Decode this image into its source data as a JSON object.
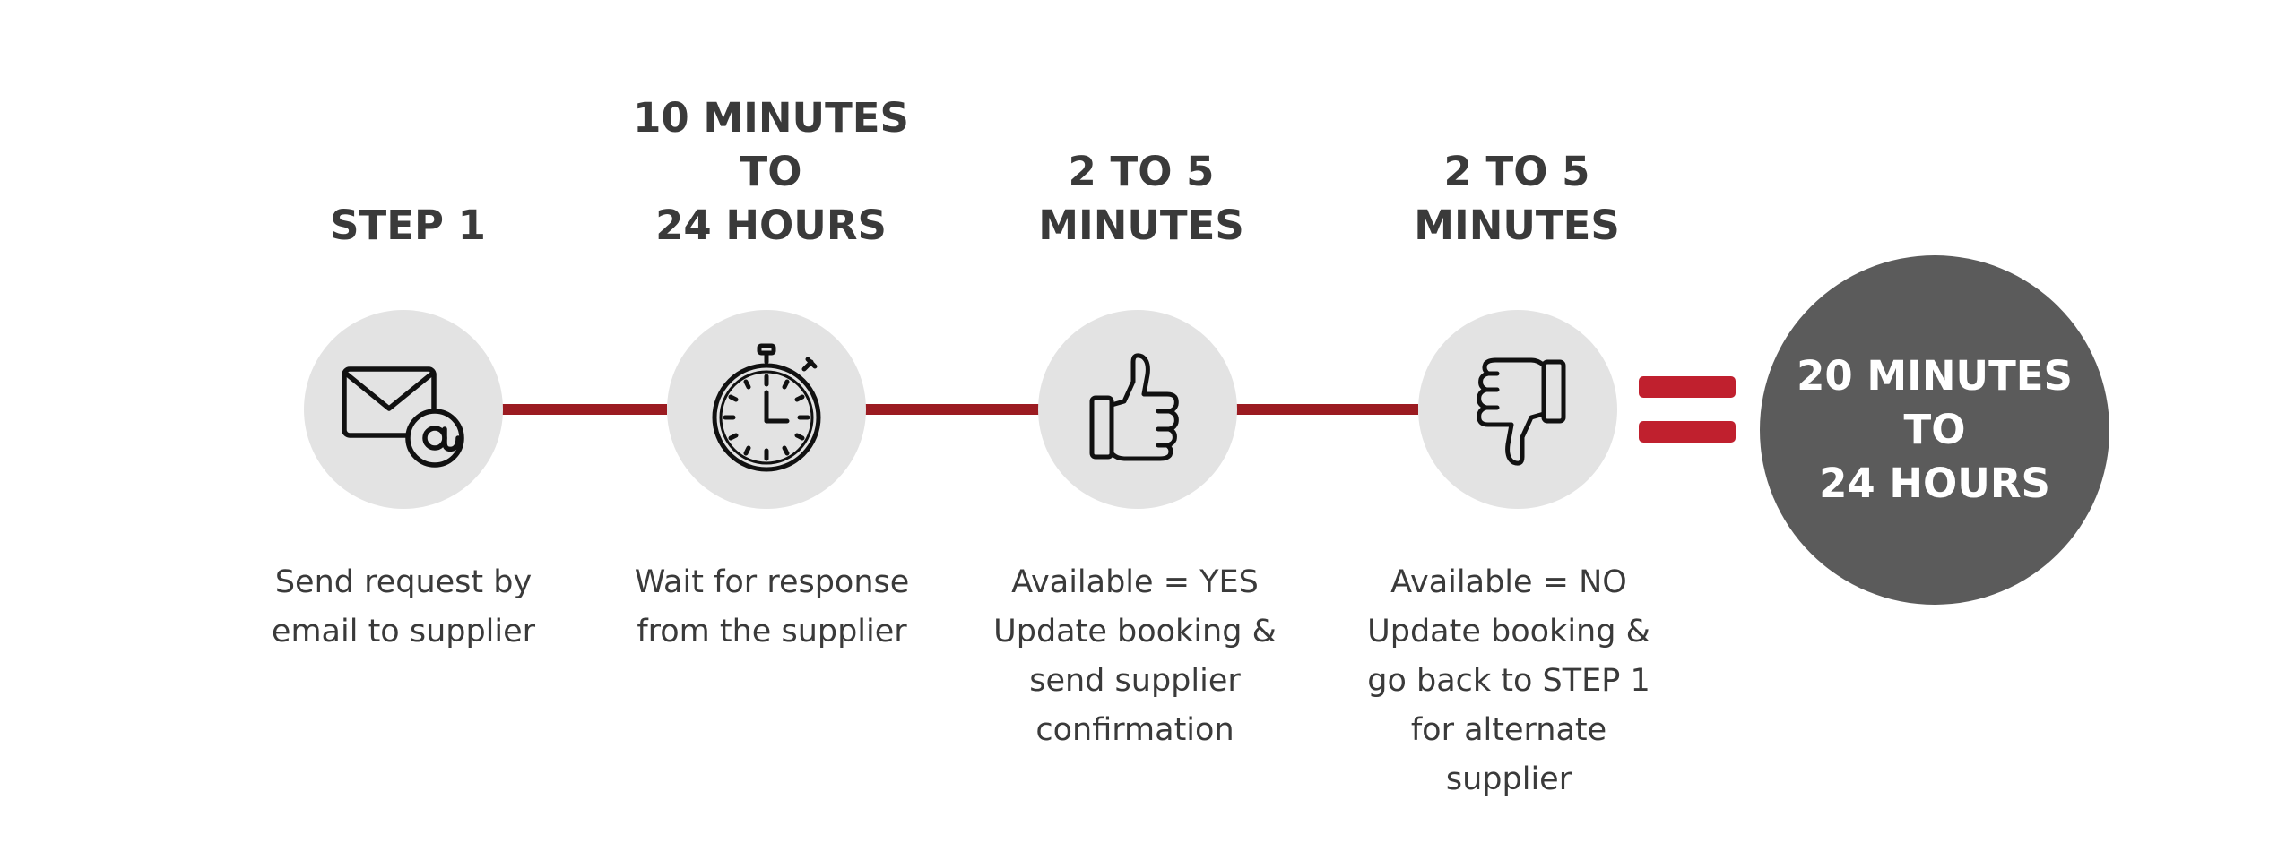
{
  "colors": {
    "connector": "#9b1b21",
    "equals": "#c0202e",
    "step_circle": "#e3e3e3",
    "result_circle": "#5b5b5b",
    "text": "#3a3a3a"
  },
  "steps": [
    {
      "heading": "STEP 1",
      "icon": "email-at-icon",
      "description": "Send request by\nemail to supplier"
    },
    {
      "heading": "10 MINUTES\nTO\n24 HOURS",
      "icon": "stopwatch-icon",
      "description": "Wait for response\nfrom the supplier"
    },
    {
      "heading": "2 TO 5\nMINUTES",
      "icon": "thumbs-up-icon",
      "description": "Available = YES\nUpdate booking &\nsend supplier\nconfirmation"
    },
    {
      "heading": "2 TO 5\nMINUTES",
      "icon": "thumbs-down-icon",
      "description": "Available = NO\nUpdate booking &\ngo back to STEP 1\nfor alternate\nsupplier"
    }
  ],
  "equals_icon": "equals-icon",
  "result": {
    "text": "20 MINUTES\nTO\n24 HOURS"
  }
}
